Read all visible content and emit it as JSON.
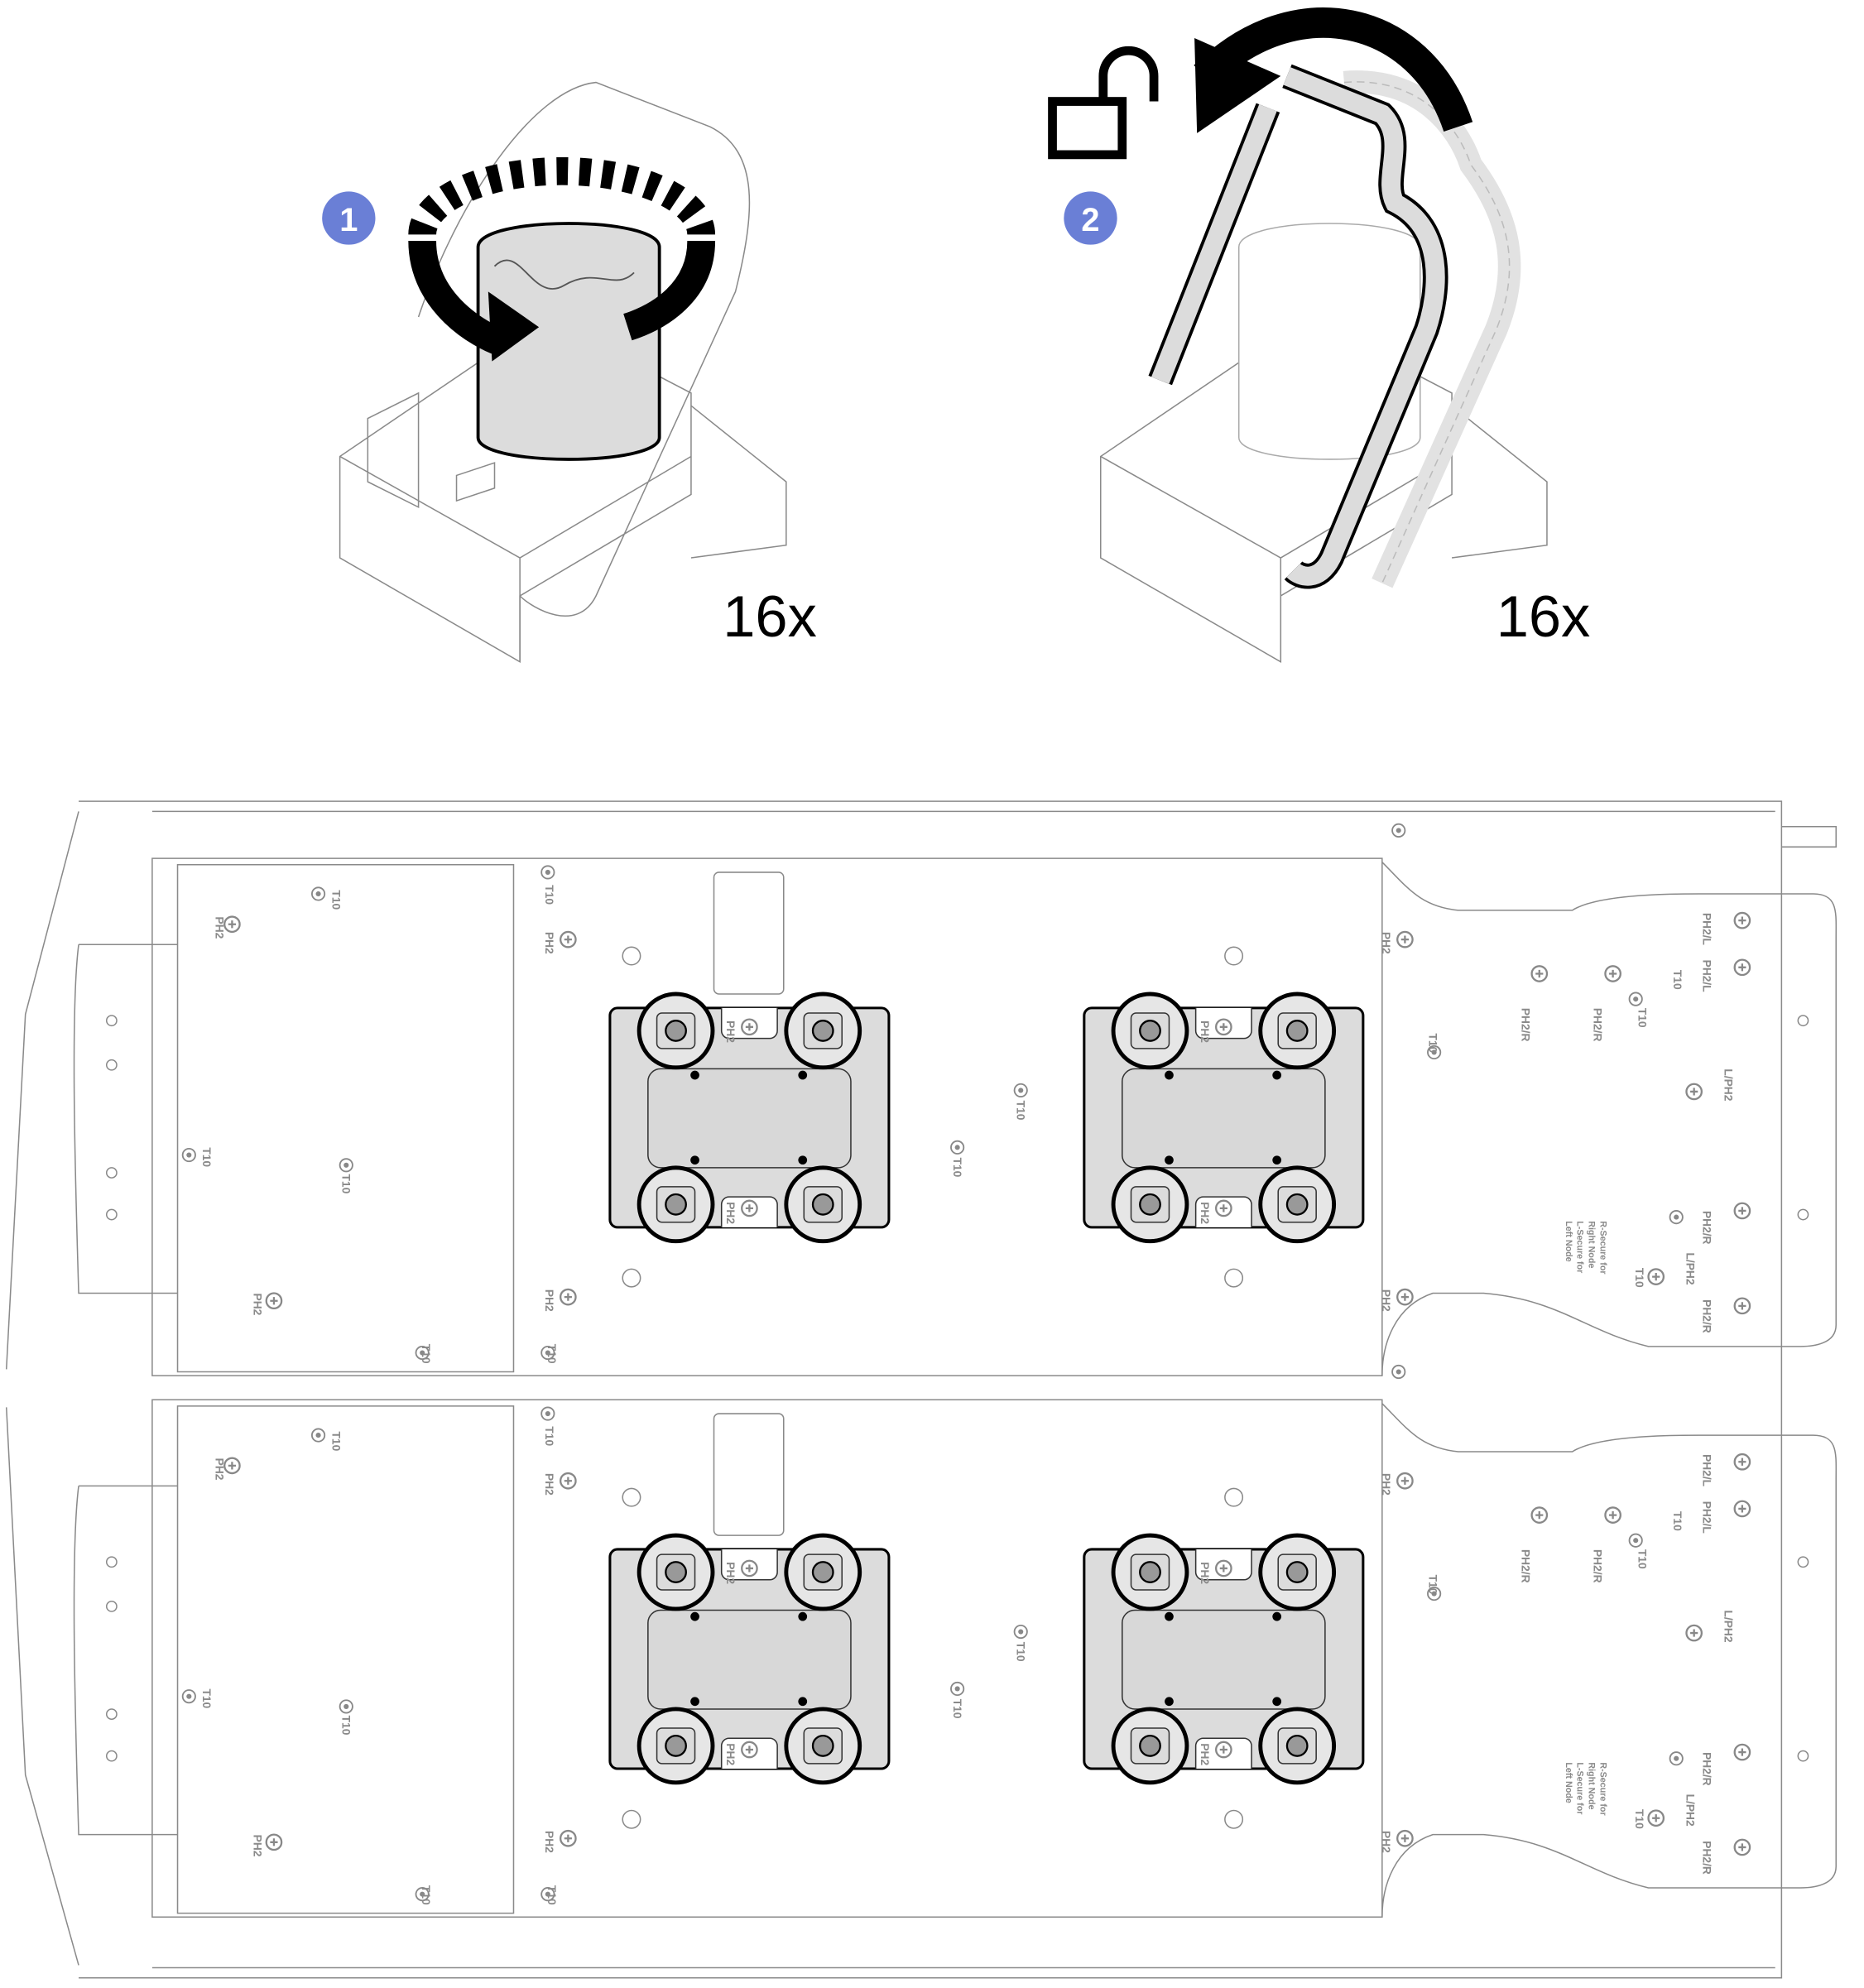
{
  "title": "Remove water loop: loosen cold plate screws and unlock the quick connect handles",
  "steps": [
    {
      "number": "1",
      "count": "16x",
      "action": "rotate-screw",
      "badge_color": "#6a7fd6"
    },
    {
      "number": "2",
      "count": "16x",
      "action": "open-handle",
      "icon": "unlock-icon",
      "badge_color": "#6a7fd6"
    }
  ],
  "labels": {
    "ph2": "PH2",
    "t10": "T10",
    "ph2_r": "PH2/R",
    "ph2_l": "PH2/L",
    "l_ph2": "L/PH2",
    "secure_note": [
      "R-Secure for",
      "Right Node",
      "L-Secure for",
      "Left Node"
    ]
  },
  "colors": {
    "badge": "#6a7fd6",
    "part_fill": "#dcdcdc",
    "line": "#8a8a8a",
    "highlight": "#000000"
  }
}
